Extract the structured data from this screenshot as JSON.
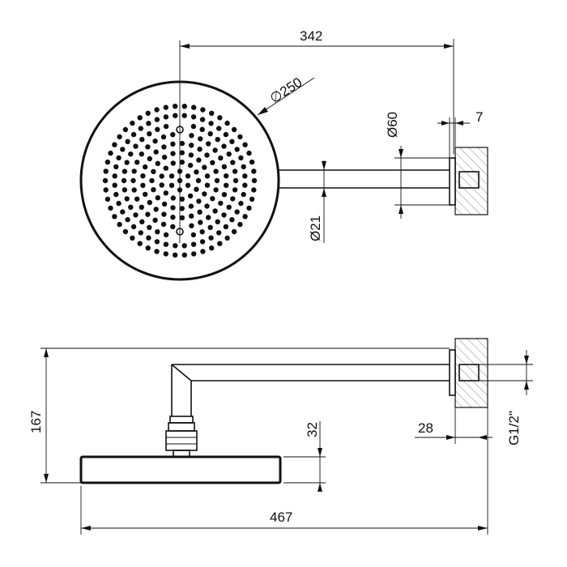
{
  "drawing": {
    "top_view": {
      "dim_arm_projection": "342",
      "dim_head_diameter": "∅250",
      "dim_flange_diameter": "Ø60",
      "dim_flange_thickness": "7",
      "dim_arm_diameter": "Ø21"
    },
    "side_view": {
      "dim_total_height": "167",
      "dim_head_thickness": "32",
      "dim_total_length": "467",
      "dim_wall_offset": "28",
      "dim_thread": "G1/2\""
    }
  },
  "colors": {
    "line": "#111111",
    "hatch": "#555555",
    "background": "#ffffff"
  }
}
